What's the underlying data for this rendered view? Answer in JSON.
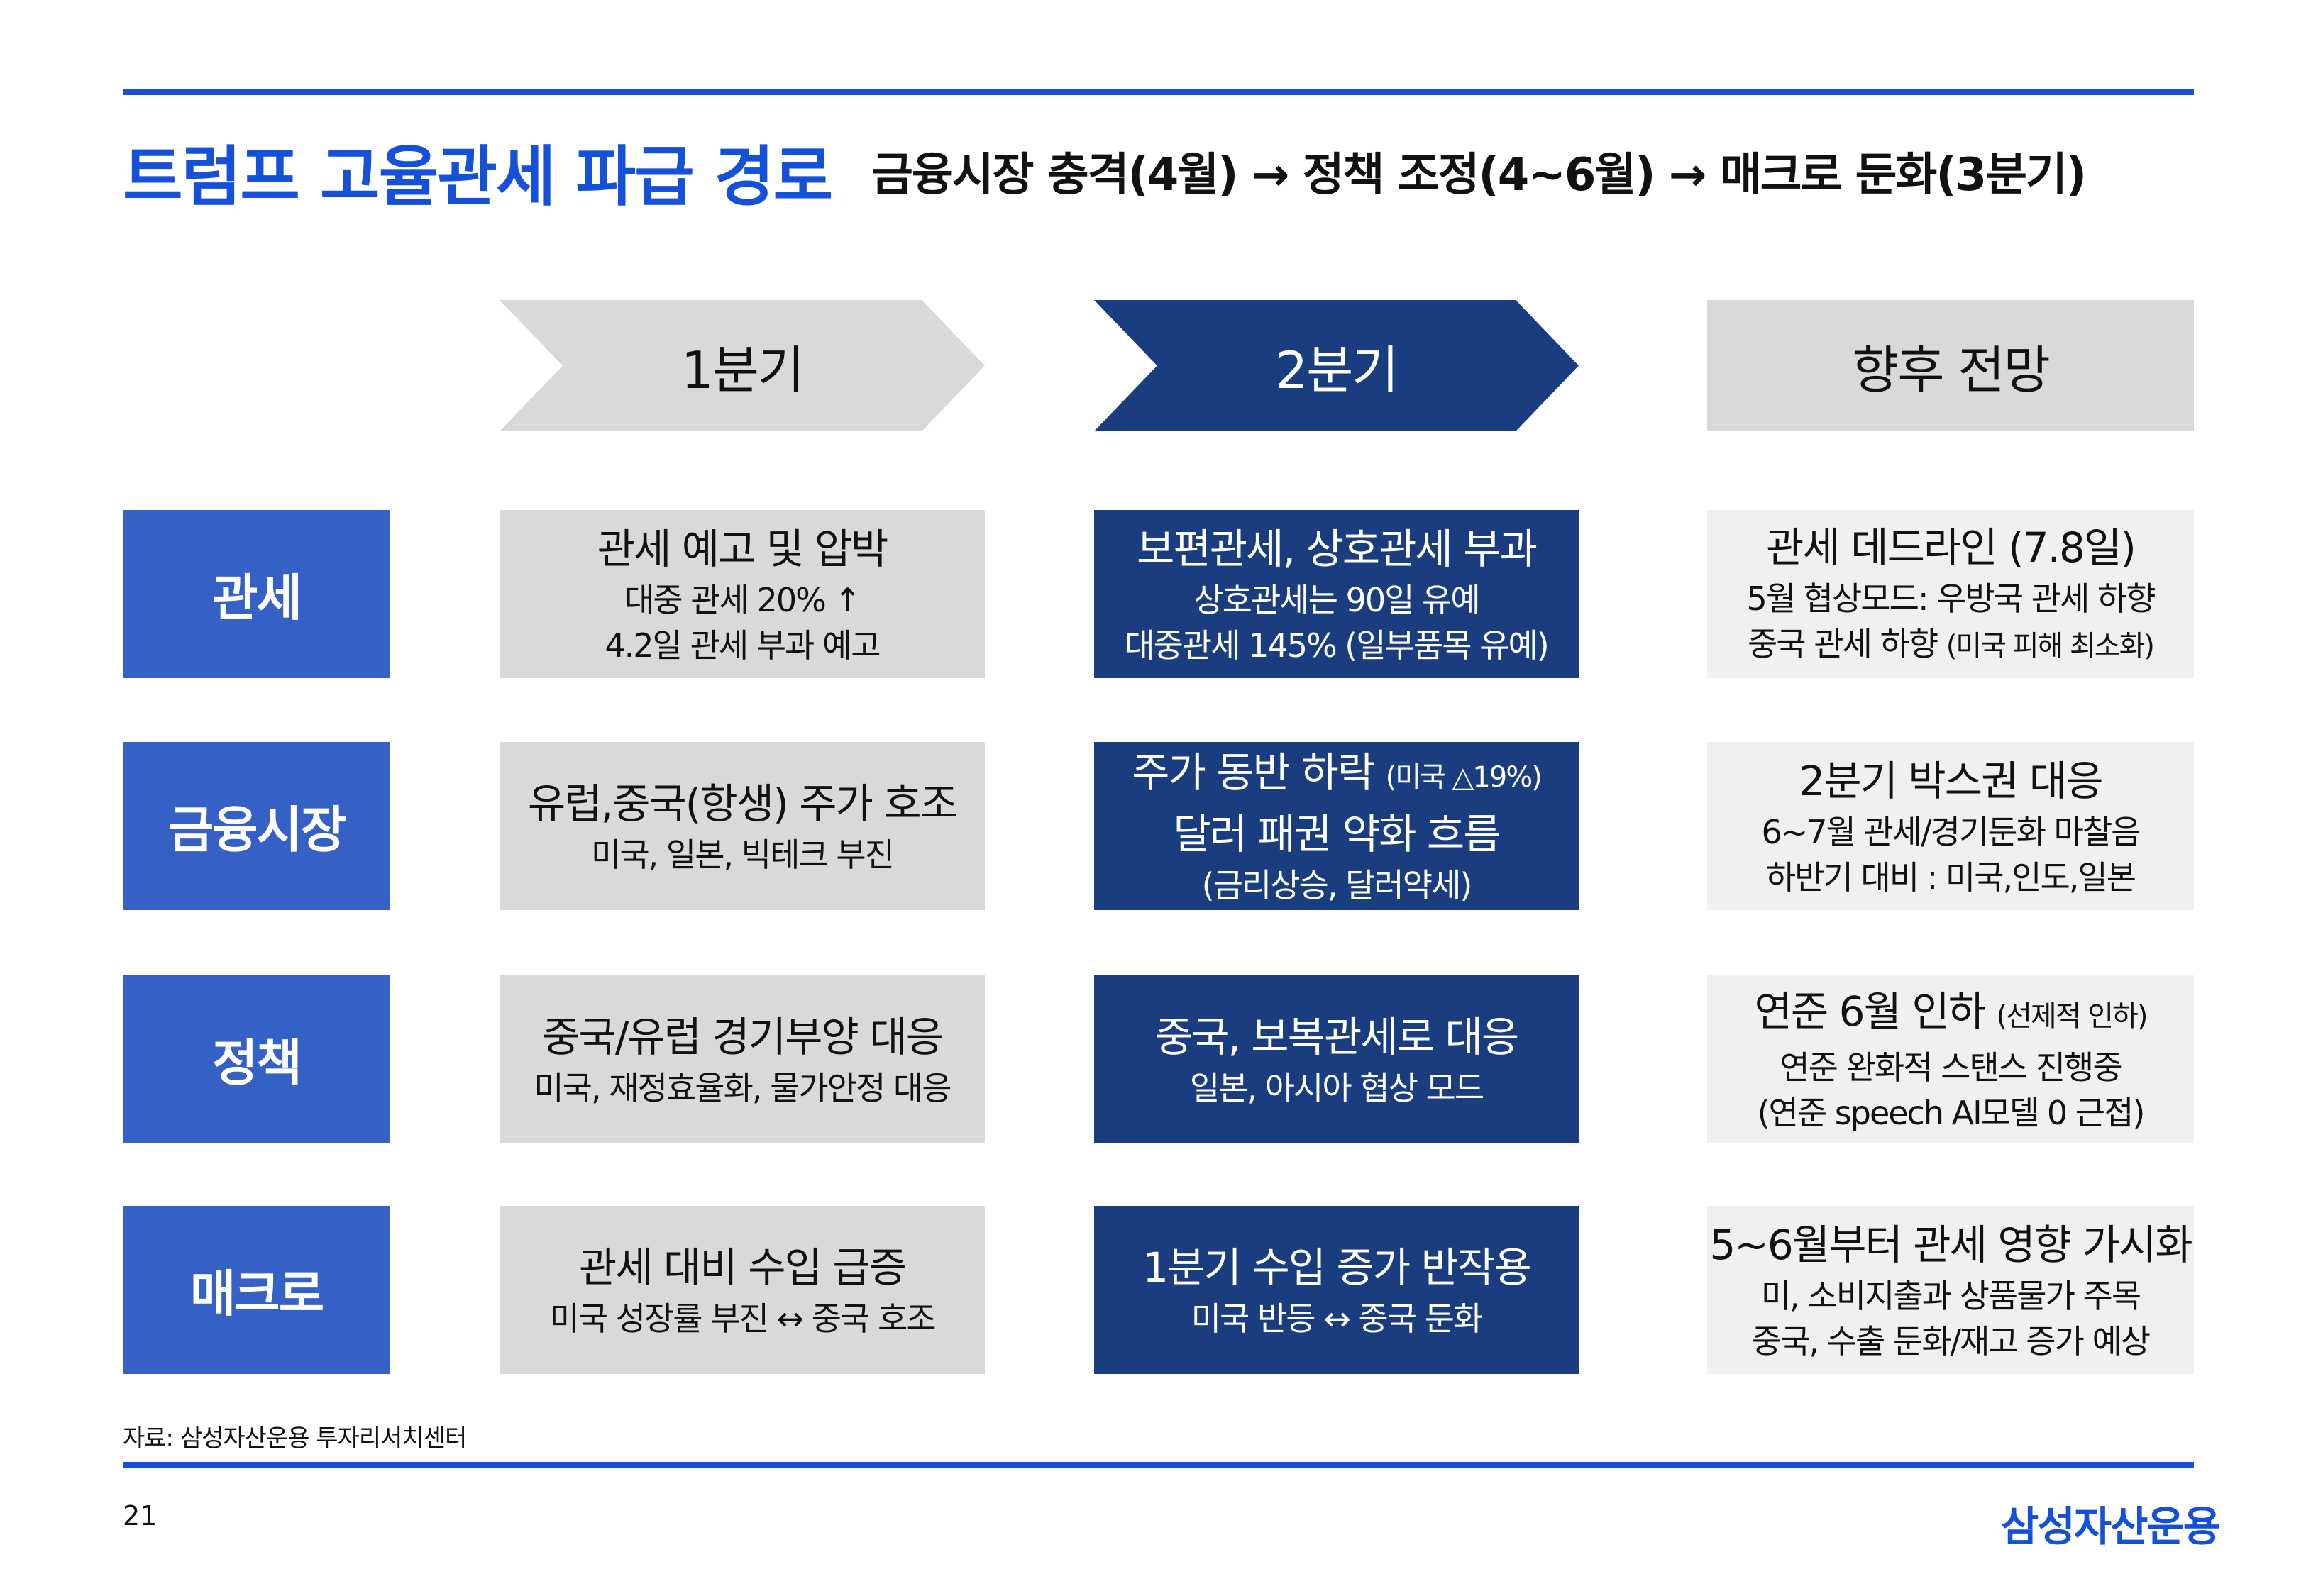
{
  "title": "트럼프 고율관세 파급 경로",
  "subtitle": "금융시장 충격(4월) → 정책 조정(4~6월) → 매크로 둔화(3분기)",
  "colors": {
    "accent": "#1450d8",
    "label_blue": "#3560c5",
    "dark_blue": "#1a3d80",
    "gray": "#d9d9d9",
    "light_gray": "#f0f0f0"
  },
  "columns": [
    "1분기",
    "2분기",
    "향후 전망"
  ],
  "rows": [
    {
      "label": "관세",
      "cards": [
        [
          {
            "t": "관세 예고 및 압박",
            "b": true
          },
          {
            "t": "대중 관세 20% ↑"
          },
          {
            "t": "4.2일 관세 부과 예고"
          }
        ],
        [
          {
            "t": "보편관세, 상호관세 부과",
            "b": true
          },
          {
            "t": "상호관세는 90일 유예"
          },
          {
            "t": "대중관세 145% (일부품목 유예)"
          }
        ],
        [
          {
            "t": "관세 데드라인 (7.8일)",
            "b": true
          },
          {
            "t": "5월 협상모드: 우방국 관세 하향"
          },
          {
            "t": "중국 관세 하향 ",
            "s": "(미국 피해 최소화)"
          }
        ]
      ]
    },
    {
      "label": "금융시장",
      "cards": [
        [
          {
            "t": "유럽,중국(항생) 주가 호조",
            "b": true
          },
          {
            "t": "미국, 일본, 빅테크 부진"
          }
        ],
        [
          {
            "t": "주가 동반 하락 ",
            "s": "(미국 △19%)",
            "b": true
          },
          {
            "t": "달러 패권 약화 흐름",
            "b": true
          },
          {
            "t": "(금리상승, 달러약세)"
          }
        ],
        [
          {
            "t": "2분기 박스권 대응",
            "b": true
          },
          {
            "t": "6~7월 관세/경기둔화 마찰음"
          },
          {
            "t": "하반기 대비 : 미국,인도,일본"
          }
        ]
      ]
    },
    {
      "label": "정책",
      "cards": [
        [
          {
            "t": "중국/유럽 경기부양 대응",
            "b": true
          },
          {
            "t": "미국, 재정효율화, 물가안정 대응"
          }
        ],
        [
          {
            "t": "중국, 보복관세로 대응",
            "b": true
          },
          {
            "t": "일본, 아시아 협상 모드"
          }
        ],
        [
          {
            "t": "연준 6월 인하 ",
            "s": "(선제적 인하)",
            "b": true
          },
          {
            "t": "연준 완화적 스탠스 진행중"
          },
          {
            "t": "(연준 speech AI모델 0 근접)"
          }
        ]
      ]
    },
    {
      "label": "매크로",
      "cards": [
        [
          {
            "t": "관세 대비 수입 급증",
            "b": true
          },
          {
            "t": "미국 성장률 부진 ↔ 중국 호조"
          }
        ],
        [
          {
            "t": "1분기 수입 증가 반작용",
            "b": true
          },
          {
            "t": "미국 반등 ↔ 중국 둔화"
          }
        ],
        [
          {
            "t": "5~6월부터 관세 영향 가시화",
            "b": true
          },
          {
            "t": "미, 소비지출과 상품물가 주목"
          },
          {
            "t": "중국, 수출 둔화/재고 증가 예상"
          }
        ]
      ]
    }
  ],
  "footer": {
    "source": "자료: 삼성자산운용 투자리서치센터",
    "page": "21",
    "logo": "삼성자산운용"
  }
}
